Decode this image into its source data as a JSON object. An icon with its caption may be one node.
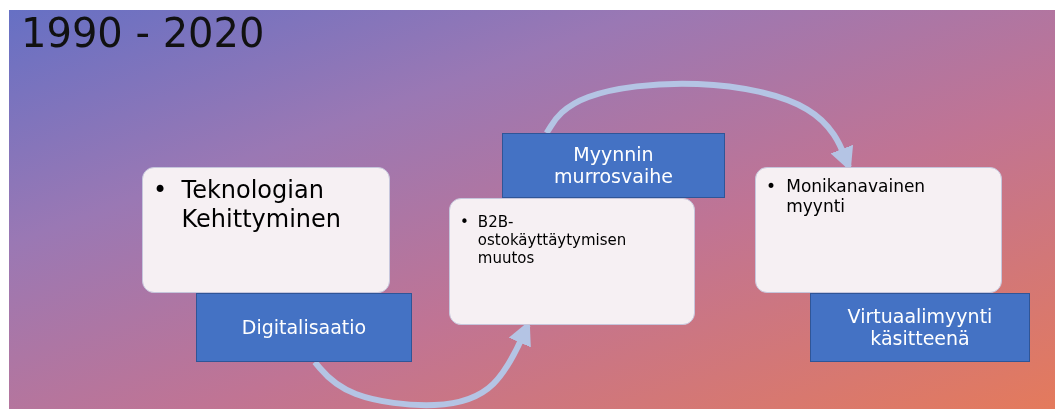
{
  "diagram": {
    "title": "1990 - 2020",
    "nodes": [
      {
        "text": [
          "•",
          "Teknologian Kehittyminen"
        ]
      },
      {
        "text": [
          "Digitalisaatio"
        ]
      },
      {
        "text": [
          "Myynnin murrosvaihe"
        ]
      },
      {
        "text": [
          "•",
          "B2B-ostokäyttäytymisen muutos"
        ]
      },
      {
        "text": [
          "•",
          "Monikanavainen myynti"
        ]
      },
      {
        "text": [
          "Virtuaalimyynti käsitteenä"
        ]
      }
    ],
    "edges": [
      {
        "from": 1,
        "to": 3,
        "arrow": "to"
      },
      {
        "from": 2,
        "to": 4,
        "arrow": "to"
      }
    ]
  }
}
